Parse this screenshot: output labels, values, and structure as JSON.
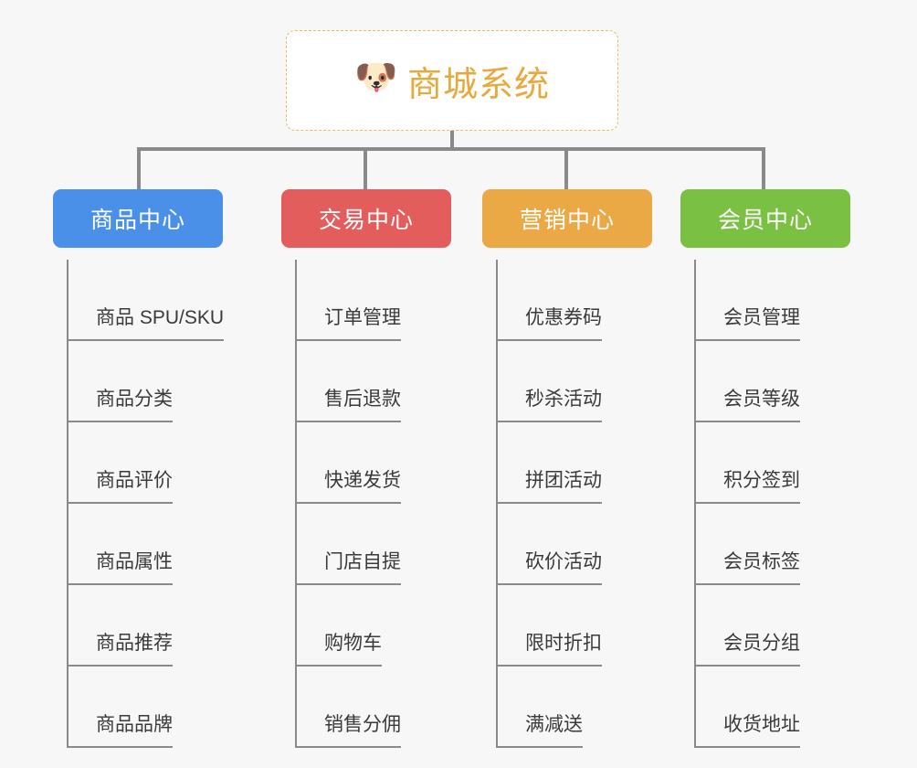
{
  "root": {
    "icon": "dog-face-emoji",
    "icon_glyph": "🐶",
    "title": "商城系统",
    "title_color": "#e8a93c",
    "border_color": "#e9b96b",
    "background": "#ffffff"
  },
  "canvas": {
    "background": "#f7f7f7",
    "connector_color": "#8a8a8a"
  },
  "branches": [
    {
      "label": "商品中心",
      "color": "#4a90e8",
      "items": [
        "商品 SPU/SKU",
        "商品分类",
        "商品评价",
        "商品属性",
        "商品推荐",
        "商品品牌"
      ]
    },
    {
      "label": "交易中心",
      "color": "#e35d5d",
      "items": [
        "订单管理",
        "售后退款",
        "快递发货",
        "门店自提",
        "购物车",
        "销售分佣"
      ]
    },
    {
      "label": "营销中心",
      "color": "#eaa944",
      "items": [
        "优惠券码",
        "秒杀活动",
        "拼团活动",
        "砍价活动",
        "限时折扣",
        "满减送"
      ]
    },
    {
      "label": "会员中心",
      "color": "#7ac143",
      "items": [
        "会员管理",
        "会员等级",
        "积分签到",
        "会员标签",
        "会员分组",
        "收货地址"
      ]
    }
  ]
}
